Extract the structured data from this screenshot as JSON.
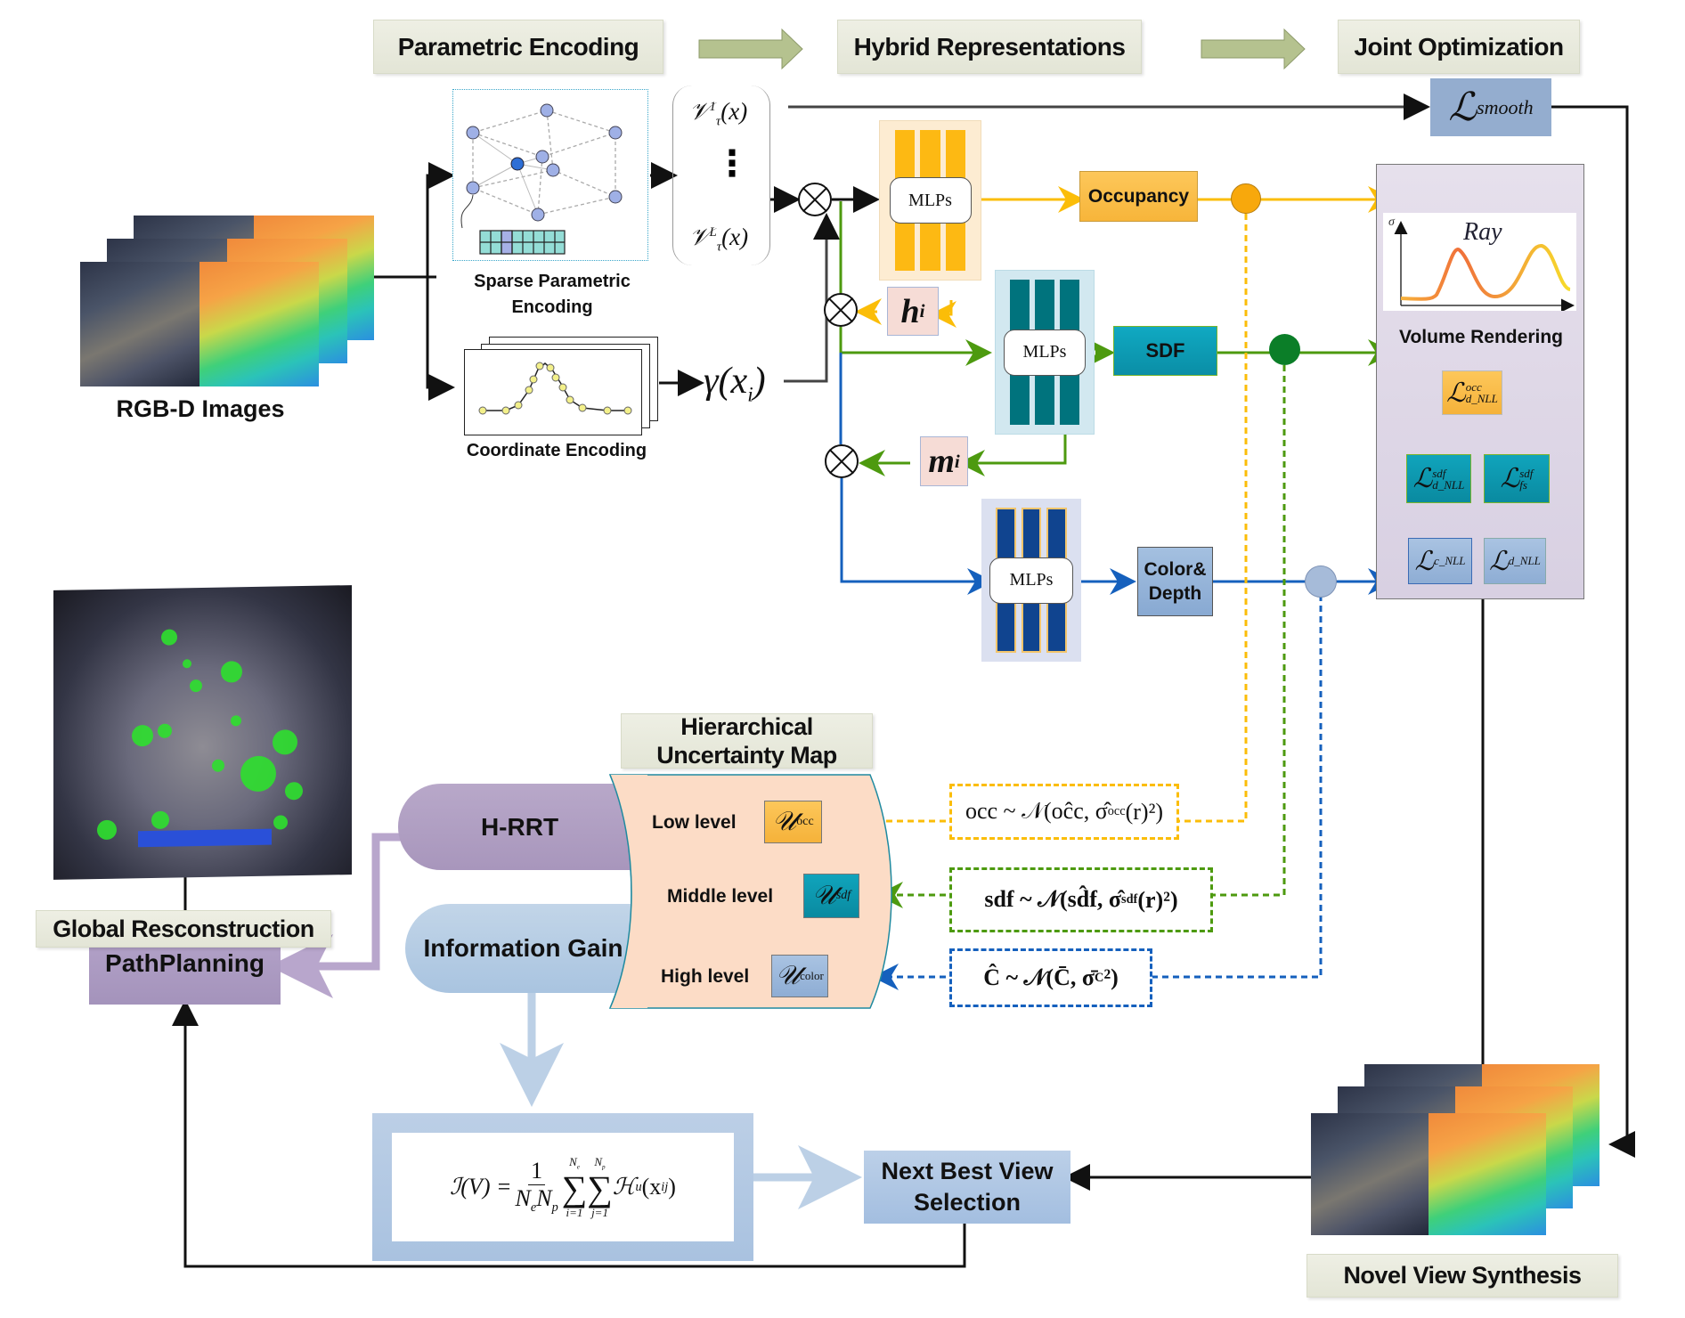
{
  "stages": {
    "parametric_encoding": "Parametric Encoding",
    "hybrid_representations": "Hybrid Representations",
    "joint_optimization": "Joint Optimization"
  },
  "inputs": {
    "rgbd_label": "RGB-D Images",
    "sparse_label": "Sparse Parametric Encoding",
    "coord_label": "Coordinate Encoding",
    "feature_top": "𝒱",
    "feature_top_sup": "1",
    "feature_top_sub": "τ",
    "feature_bottom_sup": "L",
    "feature_arg": "(x)",
    "vdots": "⋮",
    "gamma": "γ(x",
    "gamma_sub": "i",
    "gamma_close": ")"
  },
  "network": {
    "mlp_label": "MLPs",
    "h_label": "h",
    "h_sub": "i",
    "m_label": "m",
    "m_sub": "i",
    "occupancy": "Occupancy",
    "sdf": "SDF",
    "color_depth": "Color& Depth",
    "colors": {
      "occupancy": "#fbbd08",
      "sdf": "#4d9a0f",
      "color": "#1560bd",
      "occ_mlp_bar": "#fdb913",
      "sdf_mlp_bar": "#00737d",
      "color_mlp_bar": "#10448f"
    }
  },
  "rendering": {
    "ray_label": "Ray",
    "sigma_label": "σ",
    "volume_rendering": "Volume Rendering",
    "l_smooth": "ℒ",
    "l_smooth_sub": "smooth",
    "losses": [
      {
        "id": "occ_nll",
        "base": "ℒ",
        "sup": "occ",
        "sub": "d_NLL"
      },
      {
        "id": "sdf_nll",
        "base": "ℒ",
        "sup": "sdf",
        "sub": "d_NLL"
      },
      {
        "id": "sdf_fs",
        "base": "ℒ",
        "sup": "sdf",
        "sub": "fs"
      },
      {
        "id": "c_nll",
        "base": "ℒ",
        "sup": "",
        "sub": "c_NLL"
      },
      {
        "id": "d_nll",
        "base": "ℒ",
        "sup": "",
        "sub": "d_NLL"
      }
    ]
  },
  "uncertainty": {
    "title": "Hierarchical Uncertainty Map",
    "levels": [
      {
        "label": "Low level",
        "symbol": "𝒰",
        "sub": "occ"
      },
      {
        "label": "Middle level",
        "symbol": "𝒰",
        "sub": "sdf"
      },
      {
        "label": "High  level",
        "symbol": "𝒰",
        "sub": "color"
      }
    ],
    "distributions": [
      {
        "text": "occ ~ 𝒩(oĉc, σ̂",
        "sub": "occ",
        "tail": "(r)²)"
      },
      {
        "text": "sdf ~ 𝒩(sd̂f, σ̂",
        "sub": "sdf",
        "tail": "(r)²)"
      },
      {
        "text": "Ĉ ~ 𝒩(C̄, σ̄",
        "sub": "C",
        "tail": "²)"
      }
    ]
  },
  "planning": {
    "hrrt": "H-RRT",
    "info_gain": "Information Gain",
    "path_planning": "PathPlanning",
    "global_recon": "Global Resconstruction",
    "nbv": "Next Best View Selection",
    "novel_view": "Novel View Synthesis",
    "formula_lhs": "ℐ(V) =",
    "formula_num": "1",
    "formula_den": "N",
    "formula_den_sub1": "e",
    "formula_den2": "N",
    "formula_den_sub2": "p",
    "formula_sum1_top": "N",
    "formula_sum1_top_sub": "e",
    "formula_sum1_bot": "i=1",
    "formula_sum2_top": "N",
    "formula_sum2_top_sub": "p",
    "formula_sum2_bot": "j=1",
    "formula_sigma": "∑",
    "formula_term": "ℋ",
    "formula_term_sub": "u",
    "formula_arg": "(x",
    "formula_arg_sub": "ij",
    "formula_arg_close": ")"
  }
}
